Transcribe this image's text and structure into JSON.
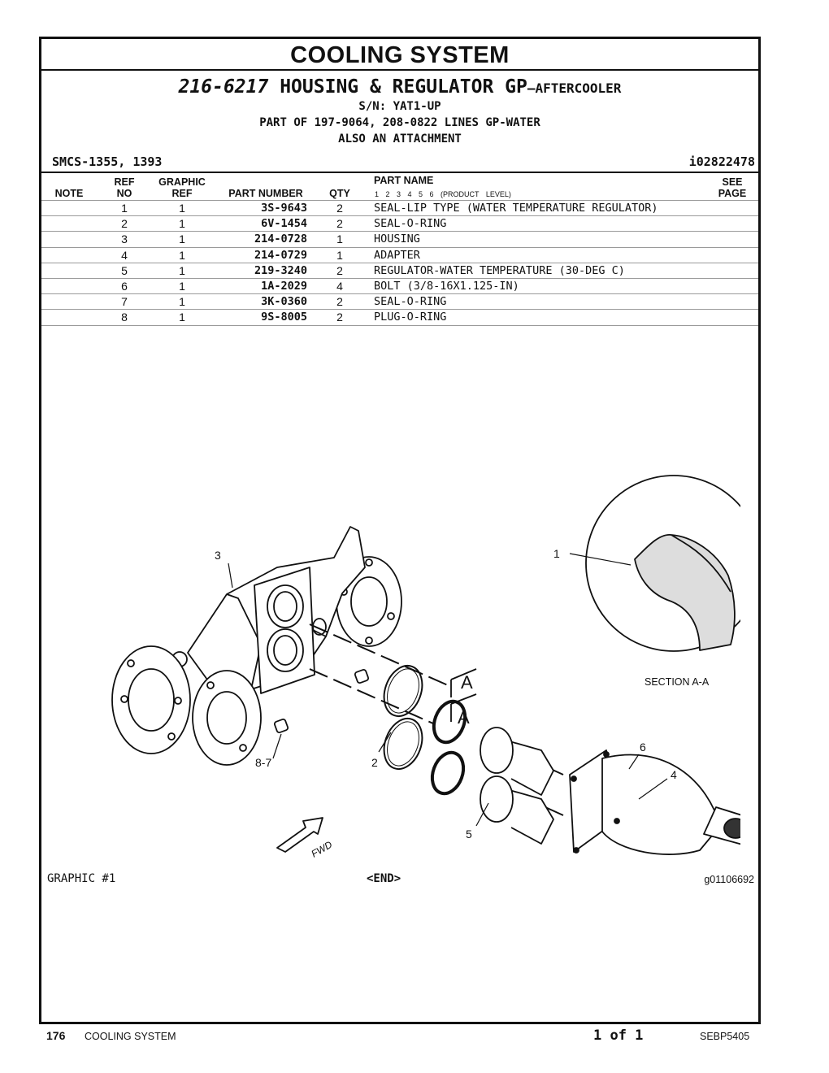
{
  "section_title": "COOLING SYSTEM",
  "group": {
    "number": "216-6217",
    "name": "HOUSING & REGULATOR GP",
    "suffix": "–AFTERCOOLER",
    "serial": "S/N: YAT1-UP",
    "part_of": "PART OF 197-9064, 208-0822 LINES GP-WATER",
    "attachment": "ALSO AN ATTACHMENT"
  },
  "smcs": "SMCS-1355, 1393",
  "illustration_id": "i02822478",
  "columns": {
    "note": "NOTE",
    "ref_top": "REF",
    "ref_bottom": "NO",
    "graphic_top": "GRAPHIC",
    "graphic_bottom": "REF",
    "part_number": "PART NUMBER",
    "qty": "QTY",
    "part_name": "PART NAME",
    "product_levels": "1 2 3 4 5 6 (PRODUCT LEVEL)",
    "see_top": "SEE",
    "see_bottom": "PAGE"
  },
  "parts": [
    {
      "ref": "1",
      "graphic": "1",
      "part_number": "3S-9643",
      "qty": "2",
      "name": "SEAL-LIP TYPE (WATER TEMPERATURE REGULATOR)"
    },
    {
      "ref": "2",
      "graphic": "1",
      "part_number": "6V-1454",
      "qty": "2",
      "name": "SEAL-O-RING"
    },
    {
      "ref": "3",
      "graphic": "1",
      "part_number": "214-0728",
      "qty": "1",
      "name": "HOUSING"
    },
    {
      "ref": "4",
      "graphic": "1",
      "part_number": "214-0729",
      "qty": "1",
      "name": "ADAPTER"
    },
    {
      "ref": "5",
      "graphic": "1",
      "part_number": "219-3240",
      "qty": "2",
      "name": "REGULATOR-WATER TEMPERATURE (30-DEG C)"
    },
    {
      "ref": "6",
      "graphic": "1",
      "part_number": "1A-2029",
      "qty": "4",
      "name": "BOLT (3/8-16X1.125-IN)"
    },
    {
      "ref": "7",
      "graphic": "1",
      "part_number": "3K-0360",
      "qty": "2",
      "name": "SEAL-O-RING"
    },
    {
      "ref": "8",
      "graphic": "1",
      "part_number": "9S-8005",
      "qty": "2",
      "name": "PLUG-O-RING"
    }
  ],
  "drawing": {
    "callouts": [
      "1",
      "2",
      "3",
      "4",
      "5",
      "6",
      "8-7"
    ],
    "section_letter": "A",
    "section_label": "SECTION A-A",
    "fwd_label": "FWD"
  },
  "graphic_label": "GRAPHIC #1",
  "end_label": "<END>",
  "graphic_number": "g01106692",
  "footer": {
    "page_number": "176",
    "section": "COOLING SYSTEM",
    "page_of": "1 of 1",
    "doc_id": "SEBP5405"
  }
}
